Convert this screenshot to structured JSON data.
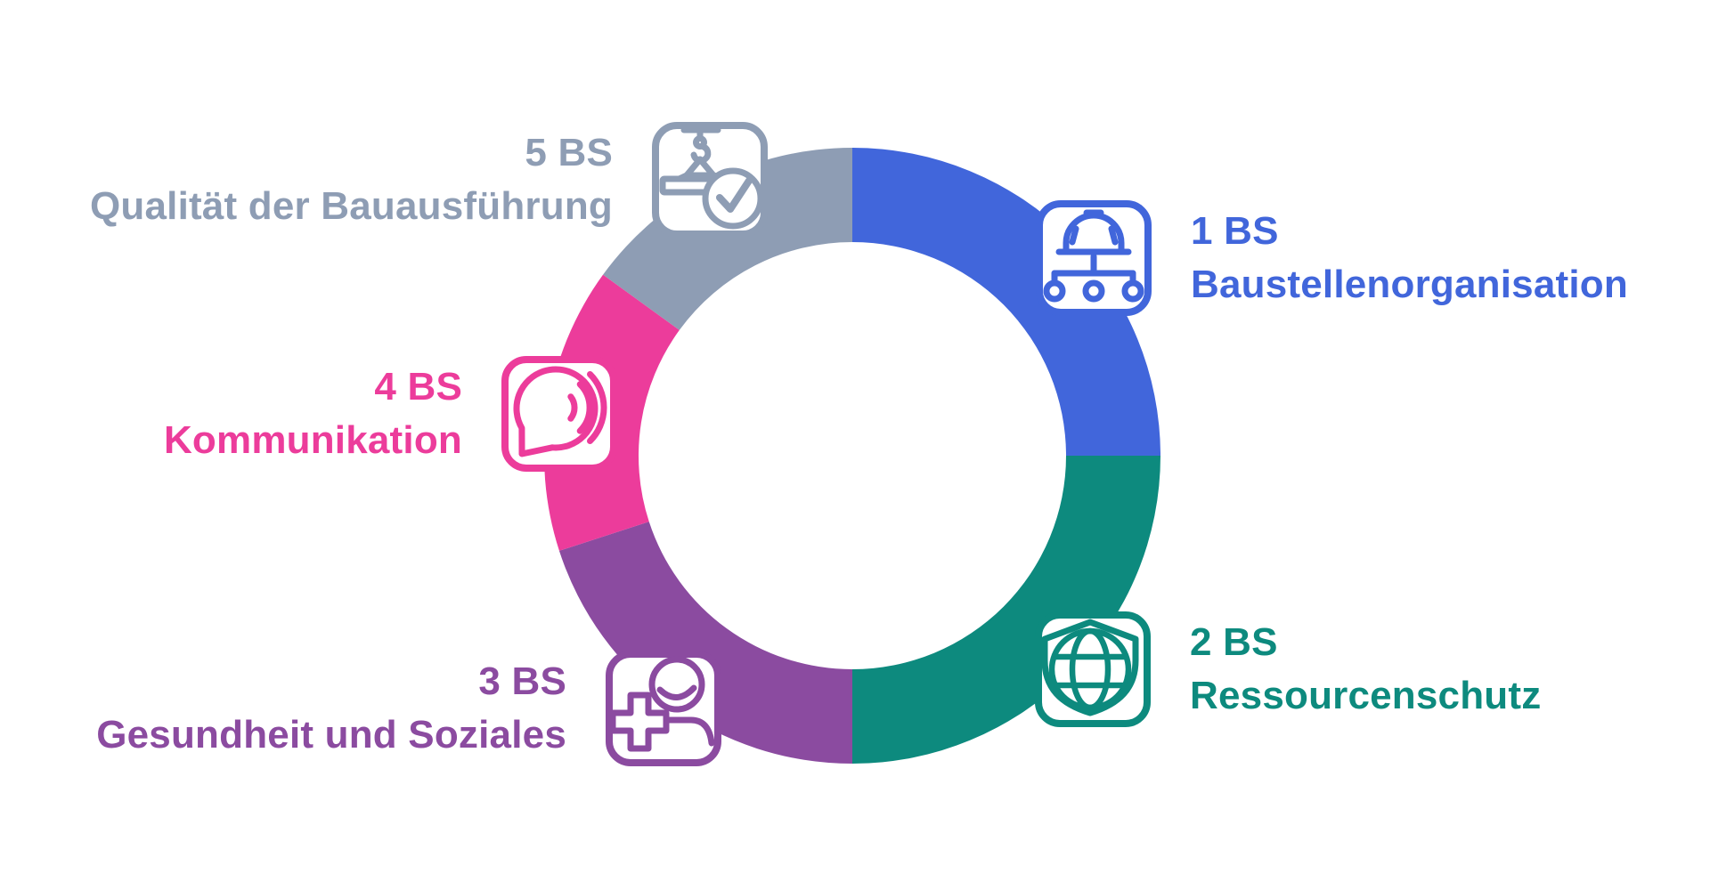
{
  "canvas": {
    "background": "#FFFFFF"
  },
  "chart_data": {
    "type": "pie",
    "variant": "donut",
    "title": "",
    "direction": "clockwise",
    "start_angle_deg": 0,
    "inner_radius_ratio": 0.69,
    "legend_position": "around",
    "value_labels_shown": false,
    "segments": [
      {
        "code": "1 BS",
        "label": "Baustellenorganisation",
        "value_pct": 25,
        "color": "#4166DB",
        "icon": "hardhat-orgchart-icon"
      },
      {
        "code": "2 BS",
        "label": "Ressourcenschutz",
        "value_pct": 25,
        "color": "#0D8A7E",
        "icon": "shield-globe-icon"
      },
      {
        "code": "3 BS",
        "label": "Gesundheit und Soziales",
        "value_pct": 20,
        "color": "#8B4BA0",
        "icon": "person-health-cross-icon"
      },
      {
        "code": "4 BS",
        "label": "Kommunikation",
        "value_pct": 15,
        "color": "#EC3C9B",
        "icon": "speech-bubble-waves-icon"
      },
      {
        "code": "5 BS",
        "label": "Qualität der Bauausführung",
        "value_pct": 15,
        "color": "#8E9DB4",
        "icon": "crane-hook-check-icon"
      }
    ]
  }
}
